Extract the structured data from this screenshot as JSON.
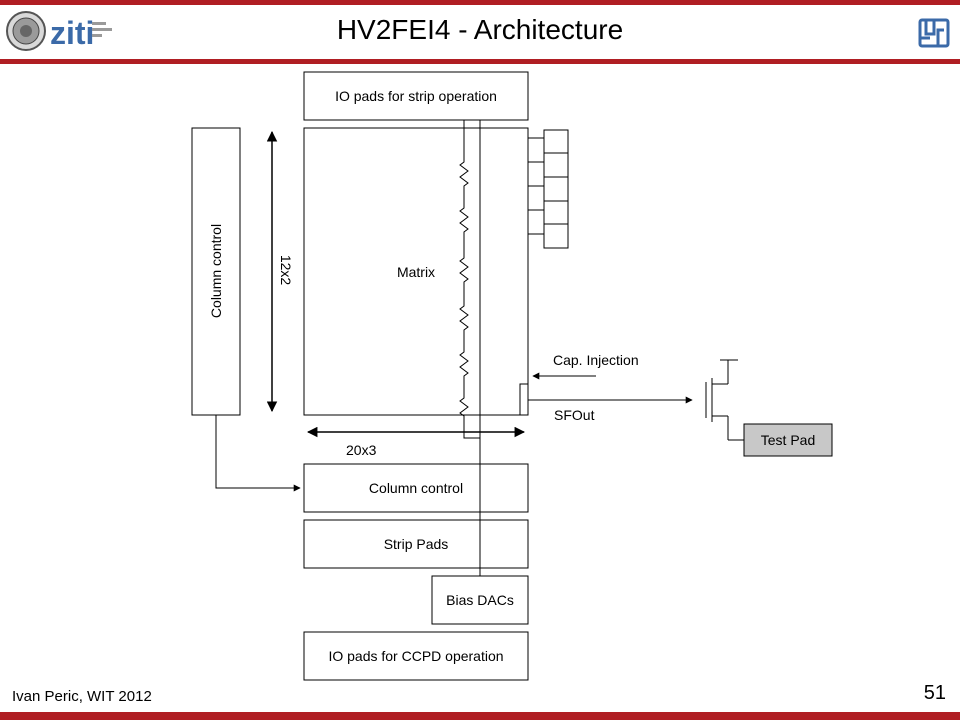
{
  "header": {
    "title": "HV2FEI4 - Architecture",
    "logo_text": "ziti"
  },
  "footer": {
    "author": "Ivan Peric, WIT 2012",
    "slide_number": "51"
  },
  "diagram": {
    "io_pads_strip": "IO pads for strip operation",
    "matrix": "Matrix",
    "column_control_side": "Column control",
    "rows_dim": "12x2",
    "cols_dim": "20x3",
    "cap_injection": "Cap. Injection",
    "sfout": "SFOut",
    "test_pad": "Test Pad",
    "column_control_bottom": "Column control",
    "strip_pads": "Strip Pads",
    "bias_dacs": "Bias DACs",
    "io_pads_ccpd": "IO pads for CCPD operation"
  },
  "colors": {
    "accent": "#b01e23",
    "test_pad_fill": "#c8c8c8",
    "logo_blue": "#3b6aa8"
  }
}
